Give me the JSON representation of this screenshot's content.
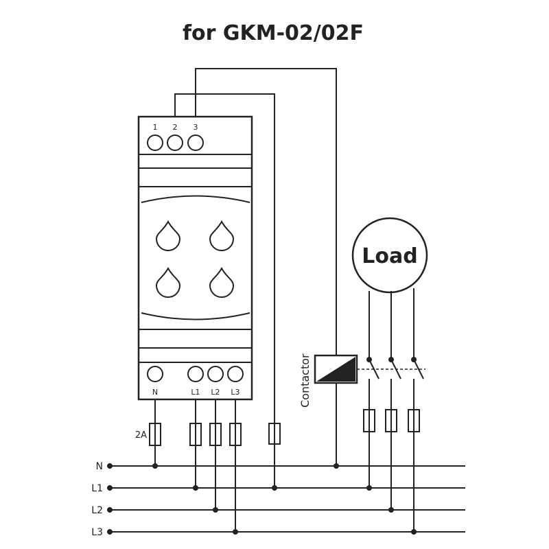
{
  "title": "for GKM-02/02F",
  "top_terminals": [
    "1",
    "2",
    "3"
  ],
  "bottom_terminals": [
    "N",
    "L1",
    "L2",
    "L3"
  ],
  "bus_labels": [
    "N",
    "L1",
    "L2",
    "L3"
  ],
  "fuse_label": "2A",
  "load_label": "Load",
  "contactor_label": "Contactor",
  "colors": {
    "line": "#222222",
    "background": "#ffffff"
  }
}
